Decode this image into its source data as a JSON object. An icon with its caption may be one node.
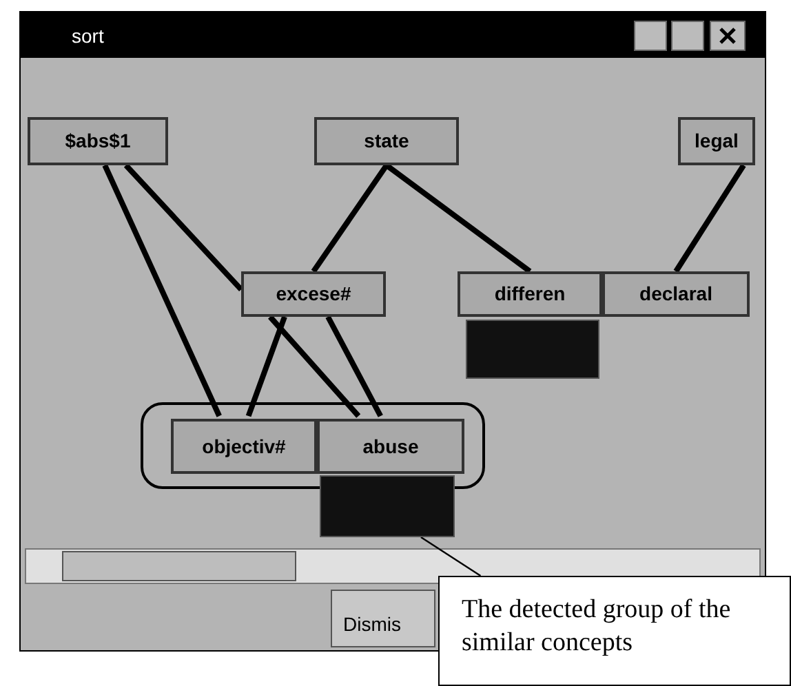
{
  "diagram": {
    "nodes": [
      {
        "text": [
          "$abs$1"
        ]
      },
      {
        "text": [
          "state"
        ]
      },
      {
        "text": [
          "legal"
        ]
      },
      {
        "text": [
          "excese#"
        ]
      },
      {
        "text": [
          "differen"
        ]
      },
      {
        "text": [
          "declaral"
        ]
      },
      {
        "text": [],
        "shape": "box"
      },
      {
        "text": [],
        "shape": "box"
      },
      {
        "text": [
          "objectiv#"
        ],
        "in": 7
      },
      {
        "text": [
          "abuse"
        ],
        "in": 7
      },
      {
        "text": [],
        "shape": "box"
      },
      {
        "text": [
          "The detected group of the similar concepts"
        ]
      }
    ],
    "edges": [
      {
        "from": 0,
        "to": 8,
        "arrow": "none"
      },
      {
        "from": 0,
        "to": 3,
        "arrow": "none"
      },
      {
        "from": 1,
        "to": 3,
        "arrow": "none"
      },
      {
        "from": 1,
        "to": 4,
        "arrow": "none"
      },
      {
        "from": 2,
        "to": 5,
        "arrow": "none"
      },
      {
        "from": 3,
        "to": 8,
        "arrow": "none"
      },
      {
        "from": 3,
        "to": 9,
        "arrow": "none"
      },
      {
        "from": 11,
        "to": 10,
        "arrow": "none"
      },
      {
        "from": 3,
        "to": 9,
        "arrow": "none"
      }
    ],
    "labels": [
      "sort",
      "Dismis"
    ]
  }
}
